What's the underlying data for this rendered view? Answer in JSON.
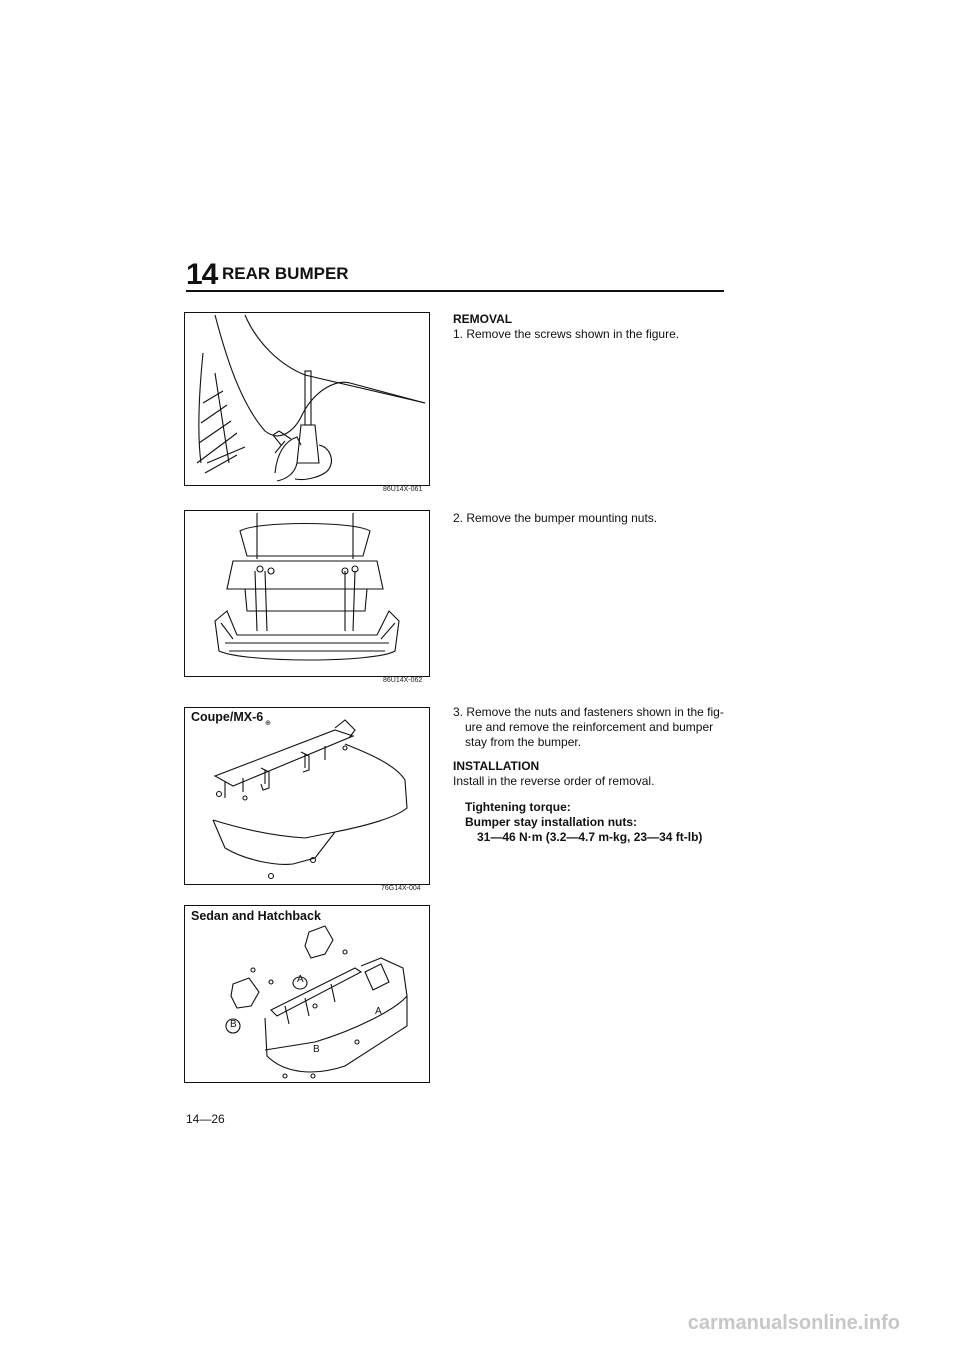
{
  "header": {
    "section_number": "14",
    "section_title": "REAR BUMPER"
  },
  "figures": [
    {
      "code": "86U14X-061",
      "label": ""
    },
    {
      "code": "86U14X-062",
      "label": ""
    },
    {
      "code": "76G14X-004",
      "label": "Coupe/MX-6"
    },
    {
      "code": "",
      "label": "Sedan and Hatchback",
      "callouts": [
        "A",
        "A",
        "B",
        "B"
      ]
    }
  ],
  "removal": {
    "heading": "REMOVAL",
    "step1": "1. Remove the screws shown in the figure.",
    "step2": "2. Remove the bumper mounting nuts.",
    "step3_line1": "3. Remove the nuts and fasteners shown in the fig-",
    "step3_line2": "ure and remove the reinforcement and bumper",
    "step3_line3": "stay from the bumper."
  },
  "installation": {
    "heading": "INSTALLATION",
    "text": "Install in the reverse order of removal.",
    "torque_heading": "Tightening torque:",
    "torque_item": "Bumper stay installation nuts:",
    "torque_value": "31—46 N·m (3.2—4.7 m-kg, 23—34 ft-lb)"
  },
  "page_number": "14—26",
  "watermark": "carmanualsonline.info"
}
